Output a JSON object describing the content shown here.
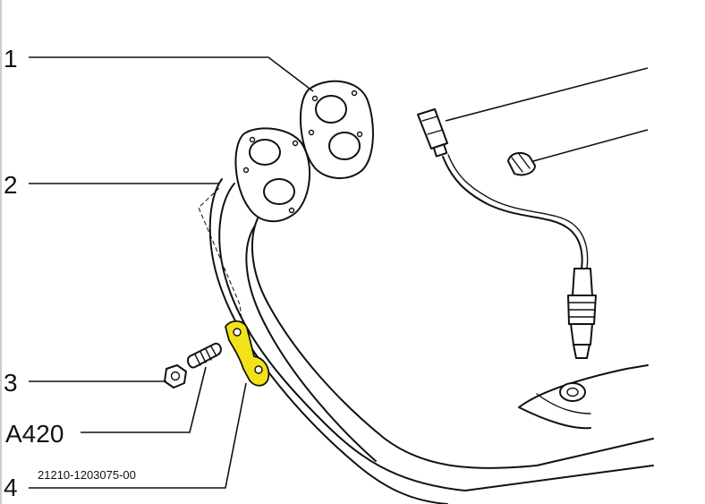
{
  "callouts": {
    "c1": "1",
    "c2": "2",
    "c3": "3",
    "c4": "4",
    "cA420": "A420"
  },
  "part_number": "21210-1203075-00",
  "colors": {
    "highlight": "#f2e21a",
    "line": "#111111",
    "background": "#ffffff"
  }
}
